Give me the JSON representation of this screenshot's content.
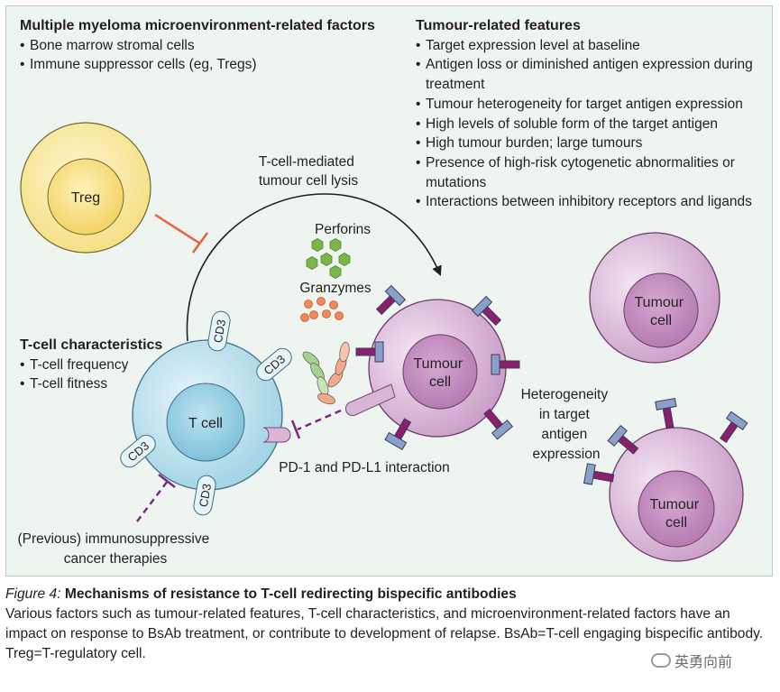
{
  "microenvironment": {
    "heading": "Multiple myeloma microenvironment-related factors",
    "items": [
      "Bone marrow stromal cells",
      "Immune suppressor cells (eg, Tregs)"
    ]
  },
  "tumour_features": {
    "heading": "Tumour-related features",
    "items": [
      "Target expression level at baseline",
      "Antigen loss or diminished antigen expression during treatment",
      "Tumour heterogeneity for target antigen expression",
      "High levels of soluble form of the target antigen",
      "High tumour burden; large tumours",
      "Presence of high-risk cytogenetic abnormalities or mutations",
      "Interactions between inhibitory receptors and ligands"
    ]
  },
  "tcell_characteristics": {
    "heading": "T-cell characteristics",
    "items": [
      "T-cell frequency",
      "T-cell fitness"
    ]
  },
  "labels": {
    "treg": "Treg",
    "tcell": "T cell",
    "tumour_cell": [
      "Tumour",
      "cell"
    ],
    "cd3": "CD3",
    "lysis": [
      "T-cell-mediated",
      "tumour cell lysis"
    ],
    "perforins": "Perforins",
    "granzymes": "Granzymes",
    "pd1": "PD-1 and PD-L1 interaction",
    "heterogeneity": [
      "Heterogeneity",
      "in target",
      "antigen",
      "expression"
    ],
    "previous_therapies": [
      "(Previous) immunosuppressive",
      "cancer therapies"
    ]
  },
  "caption": {
    "fig_label": "Figure 4:",
    "title": "Mechanisms of resistance to T-cell redirecting bispecific antibodies",
    "body": "Various factors such as tumour-related features, T-cell characteristics, and microenvironment-related factors have an impact on response to BsAb treatment, or contribute to development of relapse. BsAb=T-cell engaging bispecific antibody. Treg=T-regulatory cell."
  },
  "watermark": "英勇向前",
  "colors": {
    "panel_bg": "#eef5f0",
    "treg_fill": "#f9e79a",
    "tcell_fill": "#bfe3ef",
    "tumour_fill": "#d9b6d6",
    "inhibition_orange": "#e8603c",
    "inhibition_purple": "#7b2a83",
    "perforin_green": "#7ab648",
    "granzyme_orange": "#f08a5d"
  }
}
